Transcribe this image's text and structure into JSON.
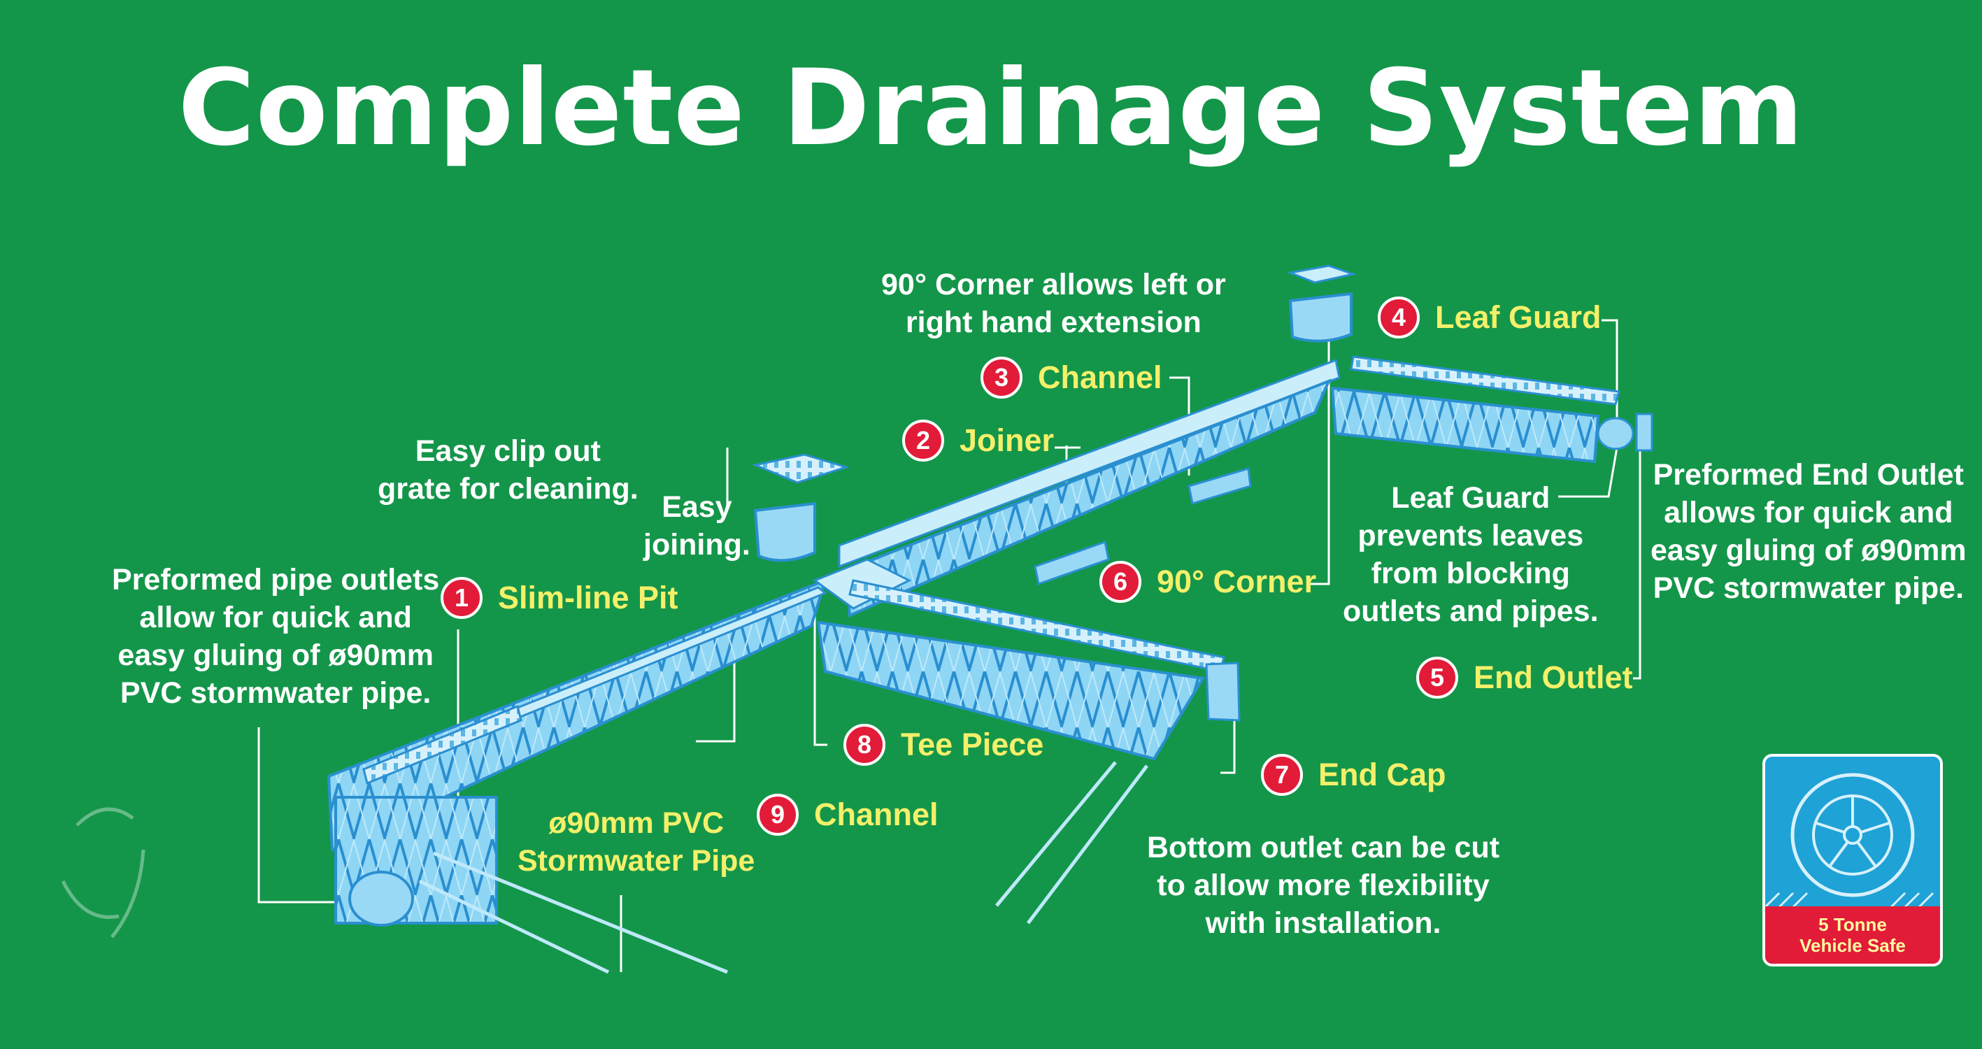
{
  "title": "Complete Drainage System",
  "callouts": {
    "corner_ext": [
      "90° Corner allows left or",
      "right hand extension"
    ],
    "clip_out": [
      "Easy clip out",
      "grate for cleaning."
    ],
    "joining": [
      "Easy",
      "joining."
    ],
    "pipe_outlets": [
      "Preformed pipe outlets",
      "allow for quick and",
      "easy gluing of ø90mm",
      "PVC stormwater pipe."
    ],
    "leaf_guard_desc": [
      "Leaf Guard",
      "prevents leaves",
      "from blocking",
      "outlets and pipes."
    ],
    "end_outlet_desc": [
      "Preformed End Outlet",
      "allows for quick and",
      "easy gluing of ø90mm",
      "PVC stormwater pipe."
    ],
    "pvc_pipe": [
      "ø90mm PVC",
      "Stormwater Pipe"
    ],
    "bottom_outlet": [
      "Bottom outlet can be cut",
      "to allow more flexibility",
      "with installation."
    ]
  },
  "parts": [
    {
      "num": "1",
      "label": "Slim-line Pit"
    },
    {
      "num": "2",
      "label": "Joiner"
    },
    {
      "num": "3",
      "label": "Channel"
    },
    {
      "num": "4",
      "label": "Leaf Guard"
    },
    {
      "num": "5",
      "label": "End Outlet"
    },
    {
      "num": "6",
      "label": "90° Corner"
    },
    {
      "num": "7",
      "label": "End Cap"
    },
    {
      "num": "8",
      "label": "Tee Piece"
    },
    {
      "num": "9",
      "label": "Channel"
    }
  ],
  "badge": {
    "line1": "5 Tonne",
    "line2": "Vehicle Safe"
  },
  "colors": {
    "background": "#14964a",
    "part_fill": "#7ccdf2",
    "part_stroke": "#2a8fd0",
    "number_badge": "#e21b38",
    "label_yellow": "#f4f06a"
  }
}
